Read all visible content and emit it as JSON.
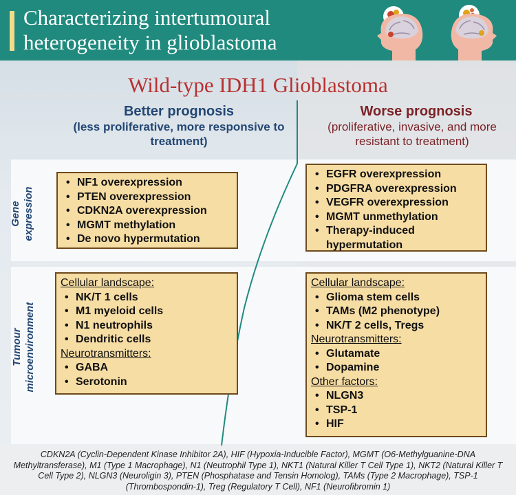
{
  "header": {
    "title": "Characterizing intertumoural heterogeneity in glioblastoma"
  },
  "main_title": "Wild-type IDH1 Glioblastoma",
  "better": {
    "heading": "Better prognosis",
    "subtitle": "(less proliferative, more responsive to treatment)"
  },
  "worse": {
    "heading": "Worse prognosis",
    "subtitle": "(proliferative, invasive, and more resistant to treatment)"
  },
  "rows": {
    "gene_label": "Gene expression",
    "tme_label": "Tumour microenvironment"
  },
  "gene": {
    "better": [
      "NF1 overexpression",
      "PTEN overexpression",
      "CDKN2A overexpression",
      "MGMT methylation",
      "De novo hypermutation"
    ],
    "worse": [
      "EGFR overexpression",
      "PDGFRA overexpression",
      "VEGFR overexpression",
      "MGMT unmethylation",
      "Therapy-induced hypermutation"
    ]
  },
  "tme": {
    "better": {
      "cellular_heading": "Cellular landscape:",
      "cellular": [
        "NK/T 1 cells",
        "M1 myeloid cells",
        "N1 neutrophils",
        "Dendritic cells"
      ],
      "neuro_heading": "Neurotransmitters:",
      "neuro": [
        "GABA",
        "Serotonin"
      ]
    },
    "worse": {
      "cellular_heading": "Cellular landscape:",
      "cellular": [
        "Glioma stem cells",
        "TAMs (M2 phenotype)",
        "NK/T 2 cells, Tregs"
      ],
      "neuro_heading": "Neurotransmitters:",
      "neuro": [
        "Glutamate",
        "Dopamine"
      ],
      "other_heading": "Other factors:",
      "other": [
        "NLGN3",
        "TSP-1",
        "HIF"
      ]
    }
  },
  "footer_note": "CDKN2A (Cyclin-Dependent Kinase Inhibitor 2A), HIF (Hypoxia-Inducible Factor), MGMT (O6-Methylguanine-DNA Methyltransferase), M1 (Type 1 Macrophage), N1 (Neutrophil Type 1), NKT1 (Natural Killer T Cell Type 1), NKT2 (Natural Killer T Cell Type 2), NLGN3 (Neuroligin 3), PTEN (Phosphatase and Tensin Homolog), TAMs (Type 2 Macrophage), TSP-1 (Thrombospondin-1), Treg (Regulatory T Cell), NF1 (Neurofibromin 1)",
  "colors": {
    "header": "#1f8a7d",
    "accent_bar": "#f2dc8c",
    "title_red": "#b8302f",
    "better_blue": "#234773",
    "worse_red": "#7b2227",
    "box_fill": "#f6dda4",
    "box_border": "#6e4a1d",
    "divider": "#1f8a7d"
  },
  "icons": [
    "tumour-cells-icon",
    "head-profile-brain-icon"
  ]
}
